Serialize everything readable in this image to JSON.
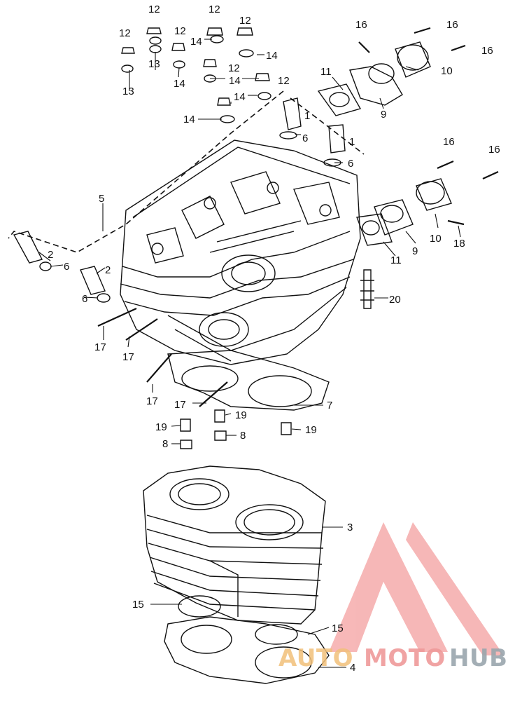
{
  "callouts": [
    {
      "id": "c12a",
      "text": "12"
    },
    {
      "id": "c12b",
      "text": "12"
    },
    {
      "id": "c12c",
      "text": "12"
    },
    {
      "id": "c12d",
      "text": "12"
    },
    {
      "id": "c12e",
      "text": "12"
    },
    {
      "id": "c12f",
      "text": "12"
    },
    {
      "id": "c12g",
      "text": "12"
    },
    {
      "id": "c13a",
      "text": "13"
    },
    {
      "id": "c13b",
      "text": "13"
    },
    {
      "id": "c14a",
      "text": "14"
    },
    {
      "id": "c14b",
      "text": "14"
    },
    {
      "id": "c14c",
      "text": "14"
    },
    {
      "id": "c14d",
      "text": "14"
    },
    {
      "id": "c14e",
      "text": "14"
    },
    {
      "id": "c14f",
      "text": "14"
    },
    {
      "id": "c16a",
      "text": "16"
    },
    {
      "id": "c16b",
      "text": "16"
    },
    {
      "id": "c16c",
      "text": "16"
    },
    {
      "id": "c16d",
      "text": "16"
    },
    {
      "id": "c16e",
      "text": "16"
    },
    {
      "id": "c11a",
      "text": "11"
    },
    {
      "id": "c11b",
      "text": "11"
    },
    {
      "id": "c10a",
      "text": "10"
    },
    {
      "id": "c10b",
      "text": "10"
    },
    {
      "id": "c9a",
      "text": "9"
    },
    {
      "id": "c9b",
      "text": "9"
    },
    {
      "id": "c1a",
      "text": "1"
    },
    {
      "id": "c1b",
      "text": "1"
    },
    {
      "id": "c6a",
      "text": "6"
    },
    {
      "id": "c6b",
      "text": "6"
    },
    {
      "id": "c6c",
      "text": "6"
    },
    {
      "id": "c6d",
      "text": "6"
    },
    {
      "id": "c5",
      "text": "5"
    },
    {
      "id": "c2a",
      "text": "2"
    },
    {
      "id": "c2b",
      "text": "2"
    },
    {
      "id": "c18",
      "text": "18"
    },
    {
      "id": "c20",
      "text": "20"
    },
    {
      "id": "c17a",
      "text": "17"
    },
    {
      "id": "c17b",
      "text": "17"
    },
    {
      "id": "c17c",
      "text": "17"
    },
    {
      "id": "c17d",
      "text": "17"
    },
    {
      "id": "c7",
      "text": "7"
    },
    {
      "id": "c19a",
      "text": "19"
    },
    {
      "id": "c19b",
      "text": "19"
    },
    {
      "id": "c19c",
      "text": "19"
    },
    {
      "id": "c8a",
      "text": "8"
    },
    {
      "id": "c8b",
      "text": "8"
    },
    {
      "id": "c3",
      "text": "3"
    },
    {
      "id": "c15a",
      "text": "15"
    },
    {
      "id": "c15b",
      "text": "15"
    },
    {
      "id": "c4",
      "text": "4"
    }
  ],
  "watermark": {
    "part1": "AUTO",
    "part2": "MOTO",
    "part3": "HUB",
    "colors": {
      "auto": "#f2c07a",
      "moto": "#ef9a9a",
      "hub": "#9aa6ad",
      "logo": "#f07d7d"
    }
  }
}
